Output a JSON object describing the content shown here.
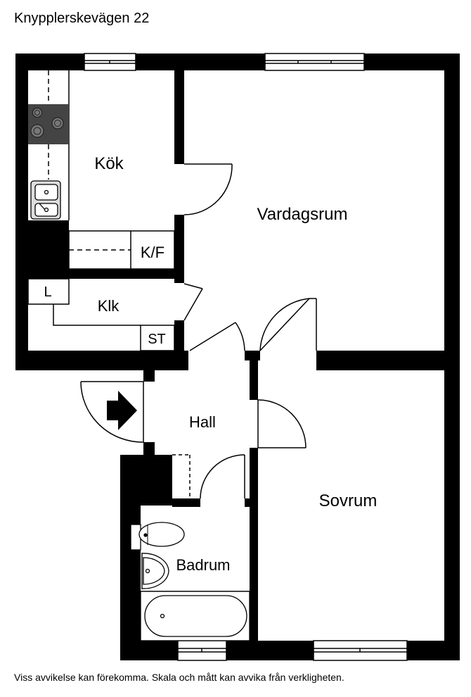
{
  "title": "Knypplerskevägen 22",
  "disclaimer": "Viss avvikelse kan förekomma. Skala och mått kan avvika från verkligheten.",
  "rooms": {
    "kok": "Kök",
    "vardagsrum": "Vardagsrum",
    "kf": "K/F",
    "l": "L",
    "klk": "Klk",
    "st": "ST",
    "hall": "Hall",
    "sovrum": "Sovrum",
    "badrum": "Badrum"
  }
}
